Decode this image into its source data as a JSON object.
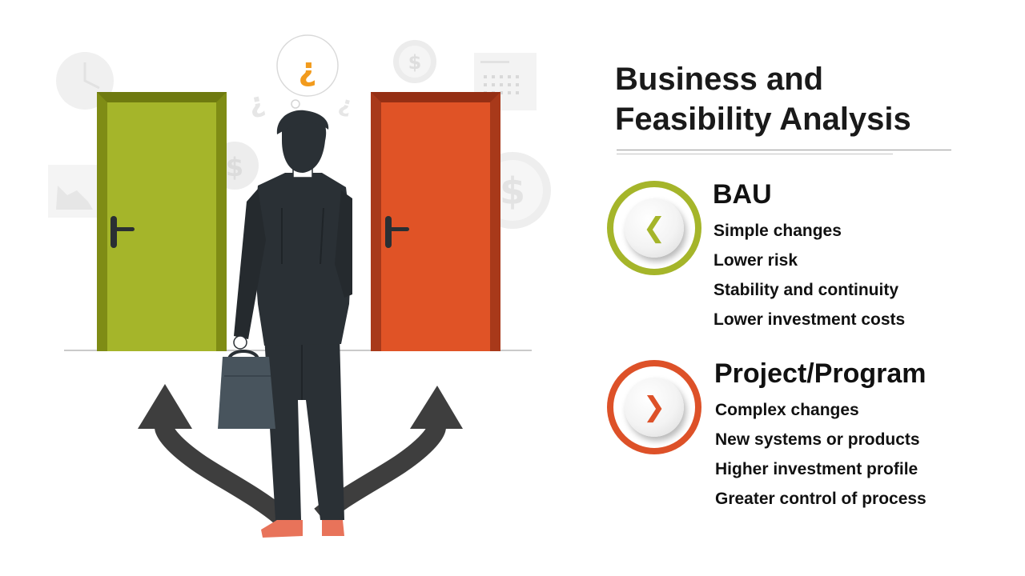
{
  "slide": {
    "title_line1": "Business and",
    "title_line2": "Feasibility Analysis"
  },
  "sections": [
    {
      "heading": "BAU",
      "icon": "chevron-left-icon",
      "glyph": "❮",
      "color": "#a5b52a",
      "items": [
        "Simple changes",
        "Lower risk",
        "Stability and continuity",
        "Lower investment costs"
      ]
    },
    {
      "heading": "Project/Program",
      "icon": "chevron-right-icon",
      "glyph": "❯",
      "color": "#dd5128",
      "items": [
        "Complex changes",
        "New systems or products",
        "Higher investment profile",
        "Greater control of process"
      ]
    }
  ],
  "illustration": {
    "left_door_color": "#a5b52a",
    "right_door_color": "#e05326",
    "suit_color": "#2a3035",
    "bag_color": "#48545d",
    "shoe_color": "#e8735a",
    "arrow_color": "#3e3e3e",
    "thought_mark": "¿"
  }
}
